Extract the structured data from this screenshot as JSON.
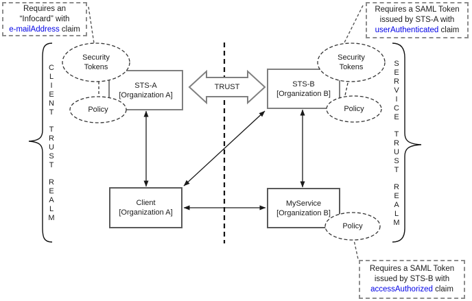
{
  "colors": {
    "claim": "#0000e6",
    "line": "#1a1a1a",
    "sts_border": "#7f7f7f",
    "node_border": "#595959"
  },
  "trust_label": "TRUST",
  "realms": {
    "left": "CLIENT TRUST REALM",
    "right": "SERVICE TRUST REALM"
  },
  "callouts": {
    "infocard": {
      "line1": "Requires an",
      "line2": "“Infocard” with",
      "claim": "e-mailAddress",
      "suffix": " claim"
    },
    "saml_a": {
      "line1": "Requires a SAML Token",
      "line2": "issued by STS-A with",
      "claim": "userAuthenticated",
      "suffix": " claim"
    },
    "saml_b": {
      "line1": "Requires a SAML Token",
      "line2": "issued by STS-B with",
      "claim": "accessAuthorized",
      "suffix": " claim"
    }
  },
  "nodes": {
    "sts_a": {
      "name": "STS-A",
      "org": "[Organization A]"
    },
    "sts_b": {
      "name": "STS-B",
      "org": "[Organization B]"
    },
    "client": {
      "name": "Client",
      "org": "[Organization A]"
    },
    "myservice": {
      "name": "MyService",
      "org": "[Organization B]"
    },
    "security_tokens_left": {
      "line1": "Security",
      "line2": "Tokens"
    },
    "security_tokens_right": {
      "line1": "Security",
      "line2": "Tokens"
    },
    "policy_sts_a": {
      "label": "Policy"
    },
    "policy_sts_b": {
      "label": "Policy"
    },
    "policy_myservice": {
      "label": "Policy"
    }
  }
}
